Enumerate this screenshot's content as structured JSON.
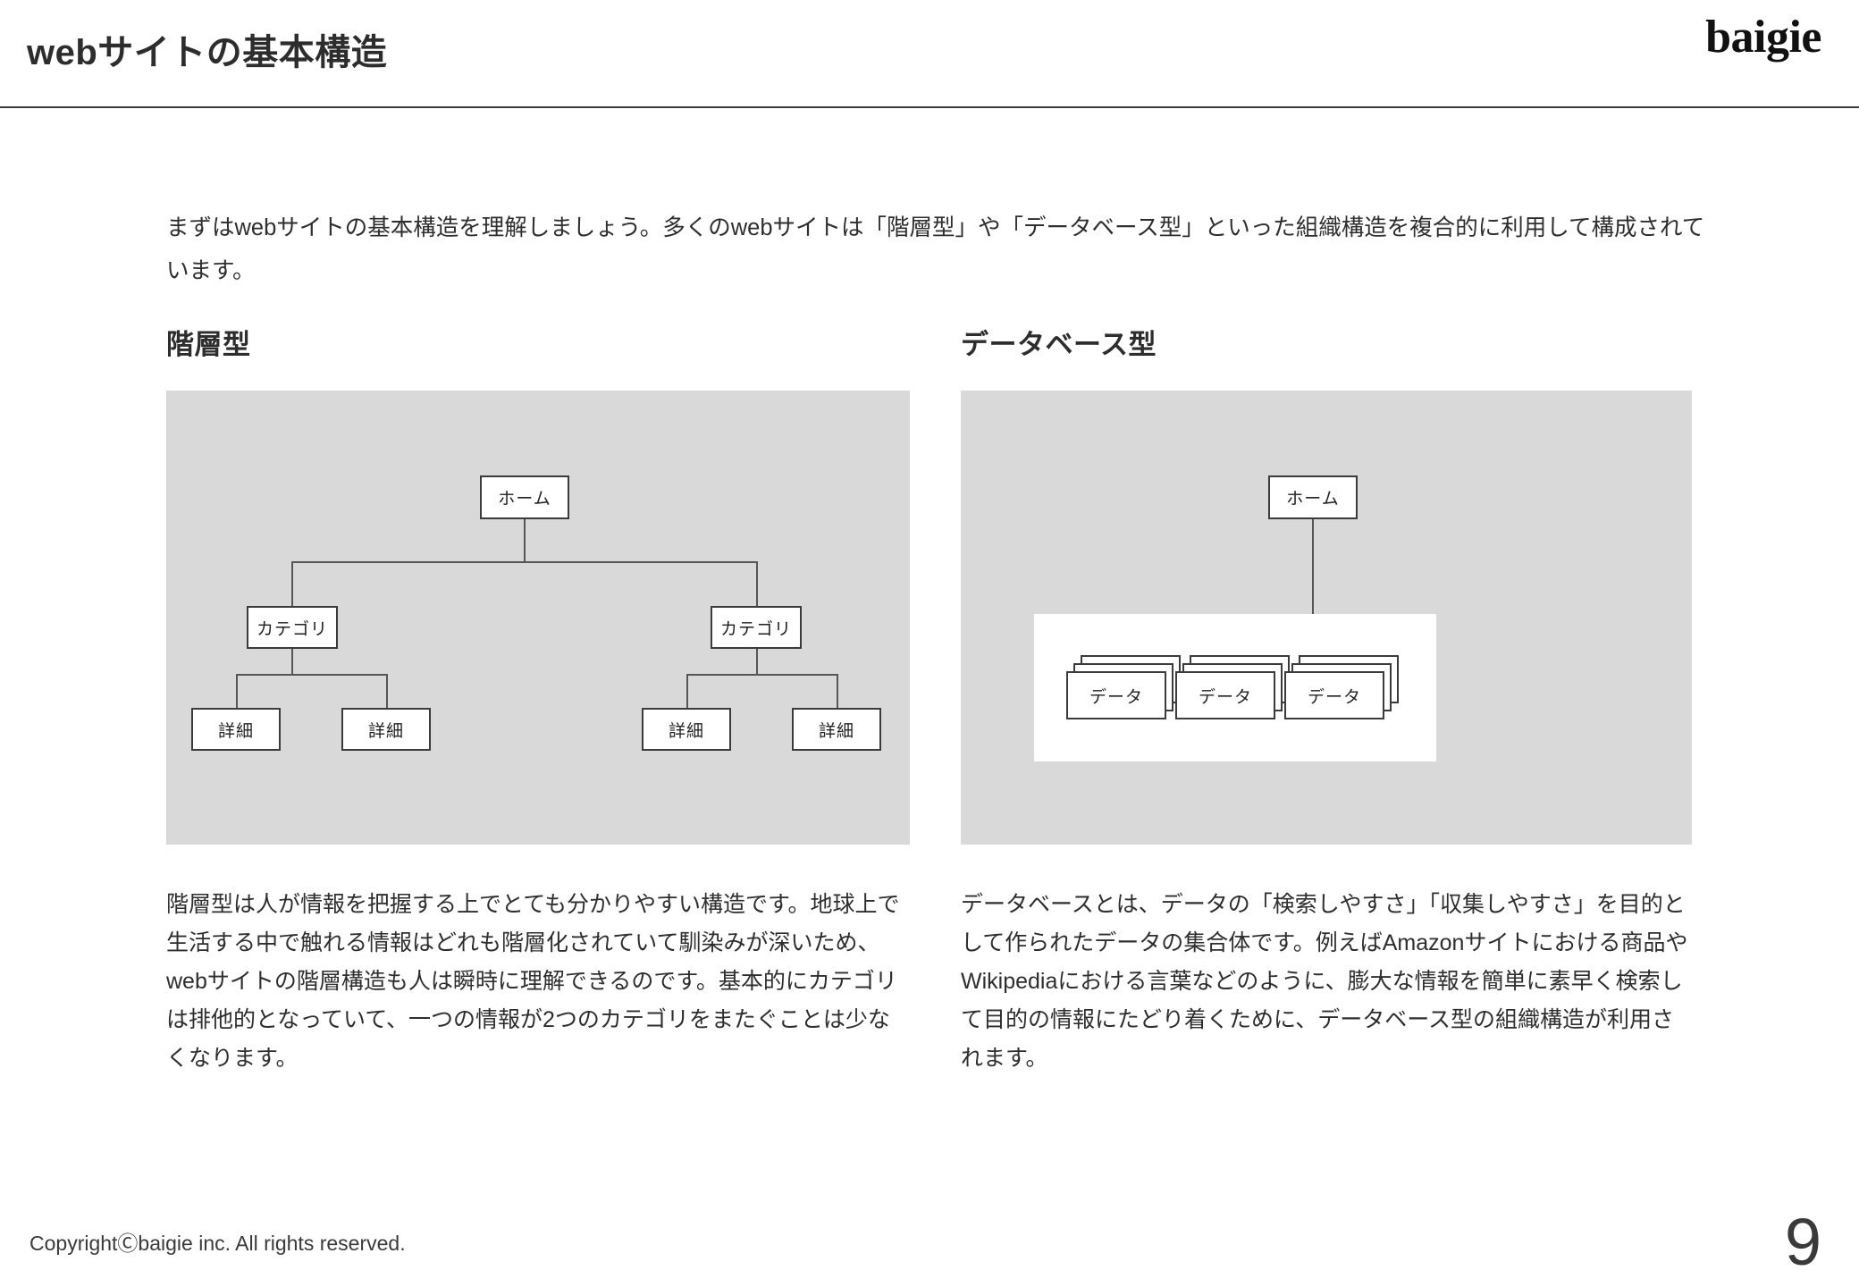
{
  "header": {
    "title": "webサイトの基本構造",
    "logo": "baigie"
  },
  "intro": {
    "paragraph": "まずはwebサイトの基本構造を理解しましょう。多くのwebサイトは「階層型」や「データベース型」といった組織構造を複合的に利用して構成されています。"
  },
  "columns": {
    "hierarchy": {
      "heading": "階層型",
      "body": "階層型は人が情報を把握する上でとても分かりやすい構造です。地球上で生活する中で触れる情報はどれも階層化されていて馴染みが深いため、webサイトの階層構造も人は瞬時に理解できるのです。基本的にカテゴリは排他的となっていて、一つの情報が2つのカテゴリをまたぐことは少なくなります。",
      "diagram": {
        "type": "tree",
        "root": "ホーム",
        "level2": [
          "カテゴリ",
          "カテゴリ"
        ],
        "level3": [
          "詳細",
          "詳細",
          "詳細",
          "詳細"
        ]
      }
    },
    "database": {
      "heading": "データベース型",
      "body": "データベースとは、データの「検索しやすさ」「収集しやすさ」を目的として作られたデータの集合体です。例えばAmazonサイトにおける商品やWikipediaにおける言葉などのように、膨大な情報を簡単に素早く検索して目的の情報にたどり着くために、データベース型の組織構造が利用されます。",
      "diagram": {
        "type": "database",
        "root": "ホーム",
        "stacks": [
          "データ",
          "データ",
          "データ"
        ],
        "cards_per_stack": 3
      }
    }
  },
  "footer": {
    "copyright": "CopyrightⒸbaigie inc. All rights reserved.",
    "page_number": "9"
  },
  "colors": {
    "panel_background": "#d9d9d9",
    "node_border": "#3b3b3b",
    "connector": "#555555",
    "text": "#2e2e2e",
    "rule": "#3a3a3a"
  }
}
